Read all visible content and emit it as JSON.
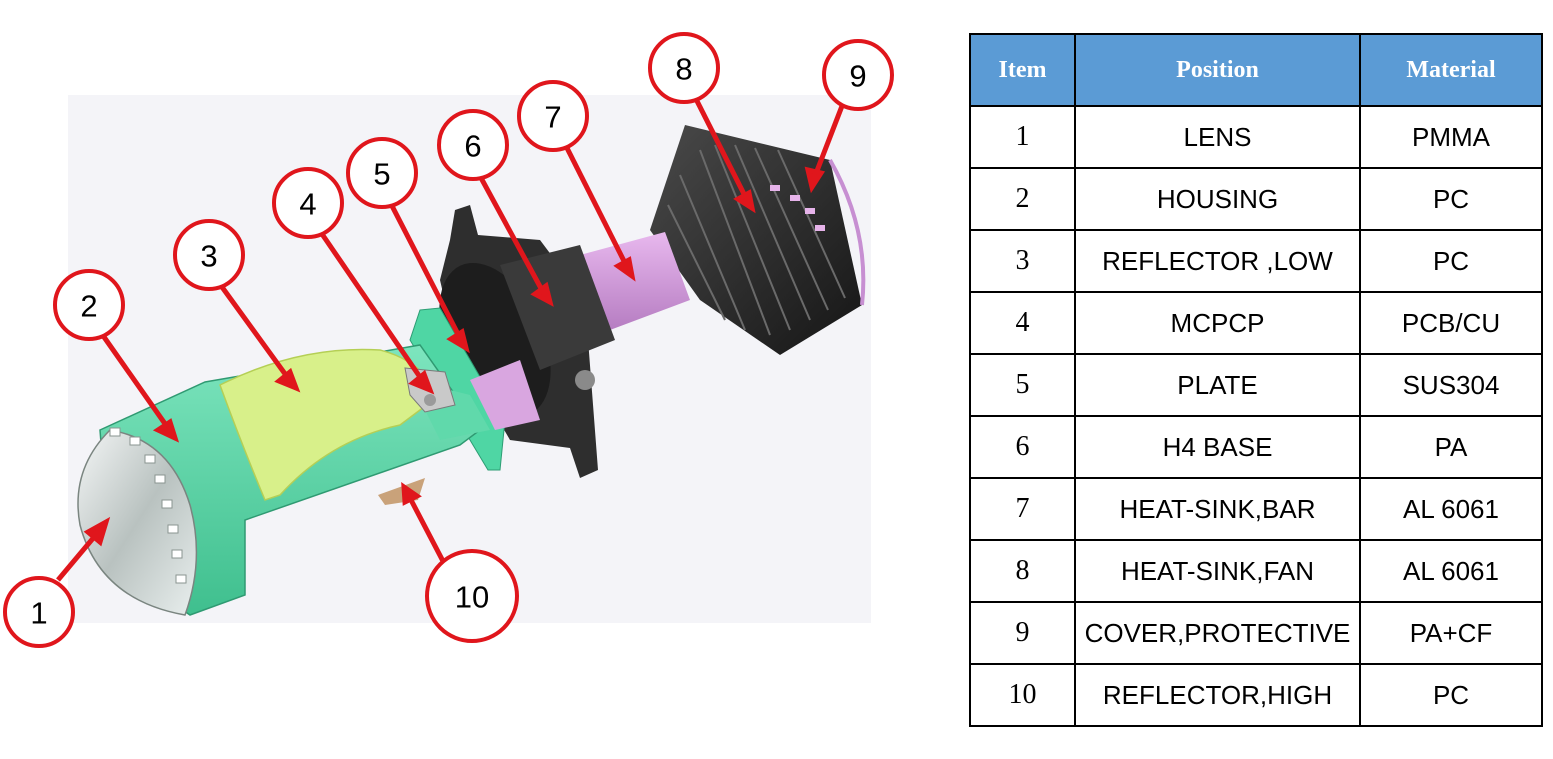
{
  "table": {
    "headers": {
      "item": "Item",
      "position": "Position",
      "material": "Material"
    },
    "rows": [
      {
        "item": "1",
        "position": "LENS",
        "material": "PMMA"
      },
      {
        "item": "2",
        "position": "HOUSING",
        "material": "PC"
      },
      {
        "item": "3",
        "position": "REFLECTOR ,LOW",
        "material": "PC"
      },
      {
        "item": "4",
        "position": "MCPCP",
        "material": "PCB/CU"
      },
      {
        "item": "5",
        "position": "PLATE",
        "material": "SUS304"
      },
      {
        "item": "6",
        "position": "H4 BASE",
        "material": "PA"
      },
      {
        "item": "7",
        "position": "HEAT-SINK,BAR",
        "material": "AL 6061"
      },
      {
        "item": "8",
        "position": "HEAT-SINK,FAN",
        "material": "AL 6061"
      },
      {
        "item": "9",
        "position": "COVER,PROTECTIVE",
        "material": "PA+CF"
      },
      {
        "item": "10",
        "position": "REFLECTOR,HIGH",
        "material": "PC"
      }
    ]
  },
  "callouts": [
    "1",
    "2",
    "3",
    "4",
    "5",
    "6",
    "7",
    "8",
    "9",
    "10"
  ],
  "colors": {
    "callout_red": "#e0161c",
    "header_blue": "#5b9bd5",
    "housing_green": "#4fd6a4",
    "reflector_yellow": "#d8f08a",
    "heatsink_pink": "#d79ee0",
    "base_black": "#2a2a2a"
  }
}
